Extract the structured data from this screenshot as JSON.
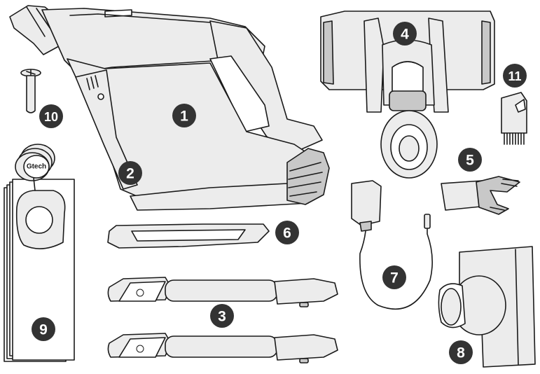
{
  "badges": {
    "b1": "1",
    "b2": "2",
    "b3": "3",
    "b4": "4",
    "b5": "5",
    "b6": "6",
    "b7": "7",
    "b8": "8",
    "b9": "9",
    "b10": "10",
    "b11": "11"
  },
  "brand_label": "Gtech",
  "colors": {
    "badge": "#333333",
    "outline": "#1a1a1a",
    "part_fill": "#ececec",
    "part_shade": "#c8c8c8"
  }
}
